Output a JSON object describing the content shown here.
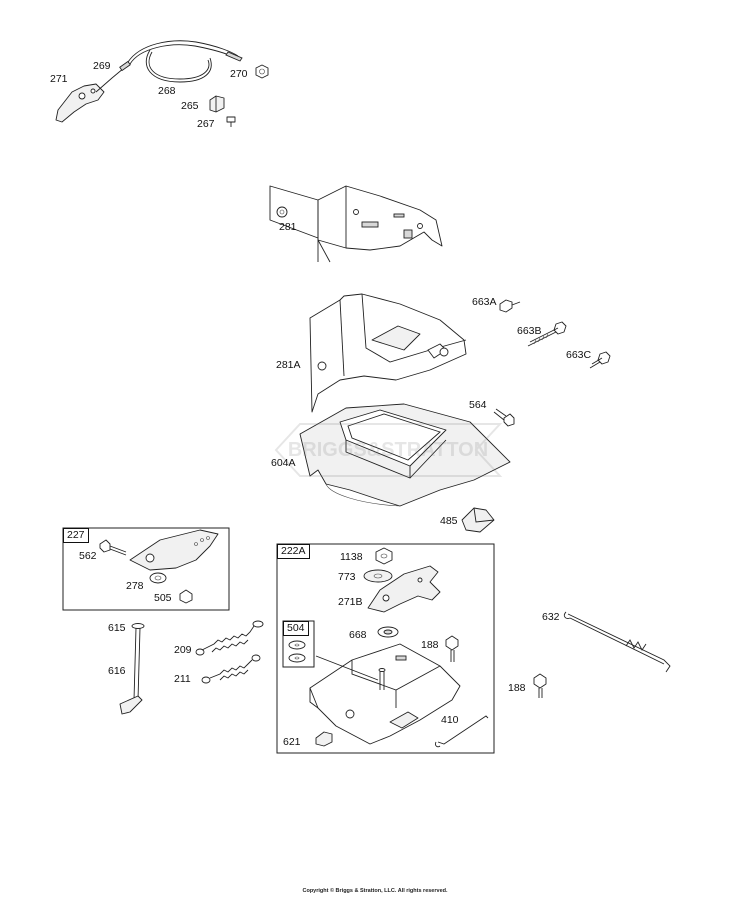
{
  "labels": {
    "p271": "271",
    "p269": "269",
    "p268": "268",
    "p270": "270",
    "p265": "265",
    "p267": "267",
    "p281": "281",
    "p663A": "663A",
    "p663B": "663B",
    "p281A": "281A",
    "p663C": "663C",
    "p564": "564",
    "p604A": "604A",
    "p485": "485",
    "p562": "562",
    "p278": "278",
    "p505": "505",
    "p1138": "1138",
    "p773": "773",
    "p271B": "271B",
    "p668": "668",
    "p188a": "188",
    "p632": "632",
    "p188b": "188",
    "p410": "410",
    "p621": "621",
    "p615": "615",
    "p209": "209",
    "p616": "616",
    "p211": "211"
  },
  "boxes": {
    "b227": "227",
    "b222A": "222A",
    "b504": "504"
  },
  "watermark": "BRIGGS&STRATTON",
  "footer": {
    "copyright": "Copyright © Briggs & Stratton, LLC. All rights reserved."
  }
}
